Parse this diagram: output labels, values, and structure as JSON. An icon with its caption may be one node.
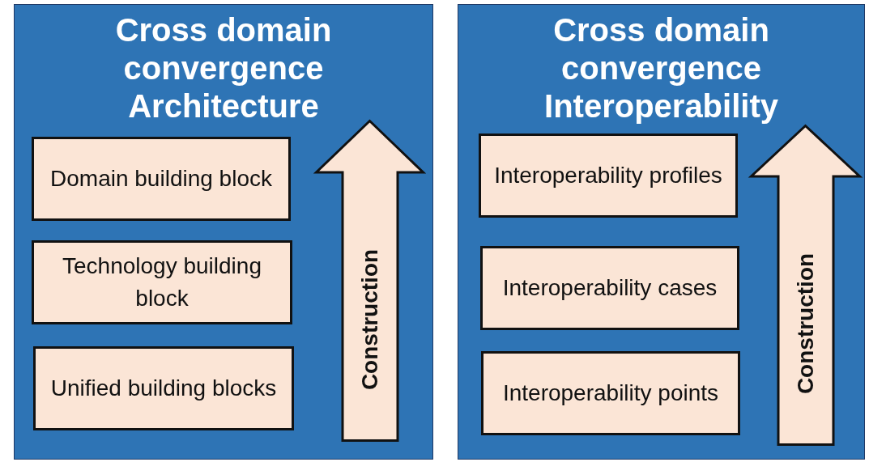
{
  "diagram": {
    "nodes": [
      {
        "text": [
          "Cross domain convergence Architecture"
        ]
      },
      {
        "text": [
          "Domain building block"
        ],
        "in": 0
      },
      {
        "text": [
          "Technology building block"
        ],
        "in": 0
      },
      {
        "text": [
          "Unified building blocks"
        ],
        "in": 0
      },
      {
        "text": [
          "Construction"
        ],
        "in": 0
      },
      {
        "text": [
          "Cross domain convergence Interoperability"
        ]
      },
      {
        "text": [
          "Interoperability profiles"
        ],
        "in": 5
      },
      {
        "text": [
          "Interoperability cases"
        ],
        "in": 5
      },
      {
        "text": [
          "Interoperability points"
        ],
        "in": 5
      },
      {
        "text": [
          "Construction"
        ],
        "in": 5
      }
    ]
  }
}
